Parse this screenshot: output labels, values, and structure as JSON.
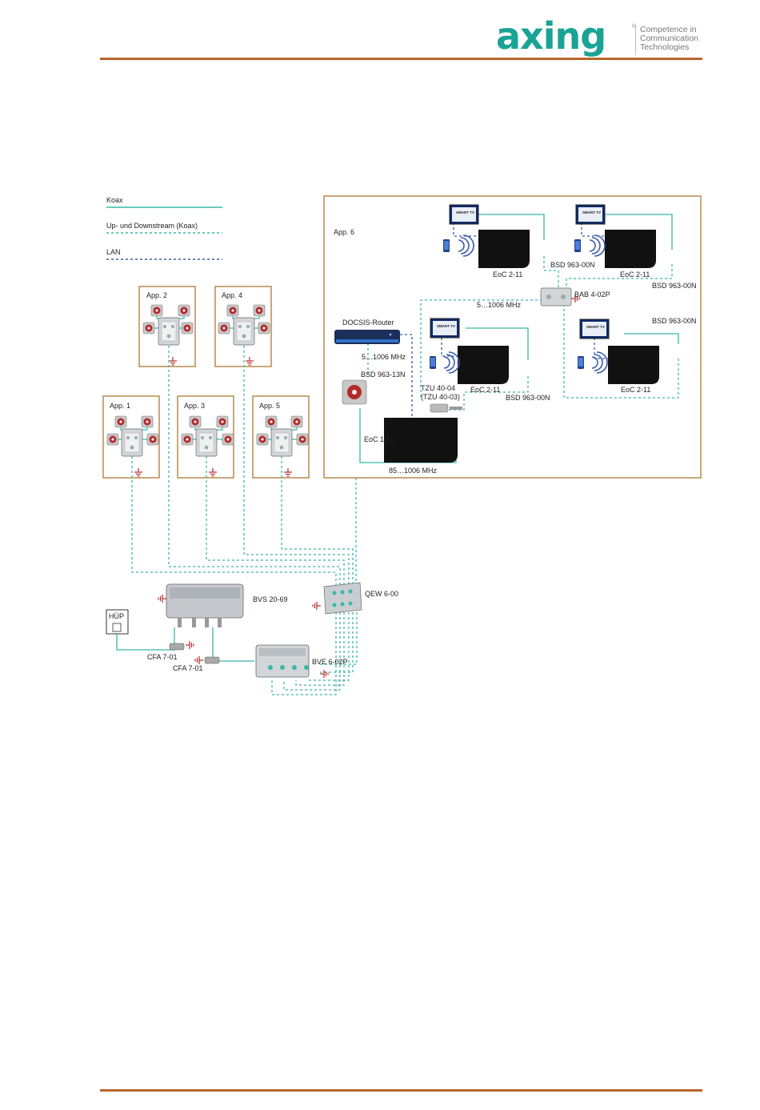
{
  "logo": {
    "text": "axing",
    "registered": "®",
    "tagline": [
      "Competence in",
      "Communication",
      "Technologies"
    ]
  },
  "colors": {
    "accent_rule": "#b8652c",
    "brand": "#1aa394",
    "coax": "#39b8a6",
    "lan": "#3b5aa7",
    "frame": "#b98a4e"
  },
  "legend": {
    "coax": "Koax",
    "updown": "Up- und Downstream (Koax)",
    "lan": "LAN"
  },
  "apartments": {
    "app1": "App. 1",
    "app2": "App. 2",
    "app3": "App. 3",
    "app4": "App. 4",
    "app5": "App. 5",
    "app6": "App. 6"
  },
  "devices": {
    "docsis_router": "DOCSIS-Router",
    "band_5_1006a": "5…1006 MHz",
    "band_5_1006b": "5…1006 MHz",
    "band_85_1006": "85…1006 MHz",
    "bsd_963_13n": "BSD 963-13N",
    "eoc_1_11": "EoC 1-11",
    "tzu_40_04": "TZU 40-04",
    "tzu_40_03": "(TZU 40-03)",
    "eoc_2_11_a": "EoC 2-11",
    "eoc_2_11_b": "EoC 2-11",
    "eoc_2_11_c": "EoC 2-11",
    "eoc_2_11_d": "EoC 2-11",
    "bsd_963_00n_a": "BSD 963-00N",
    "bsd_963_00n_b": "BSD 963-00N",
    "bsd_963_00n_c": "BSD 963-00N",
    "bsd_963_00n_d": "BSD 963-00N",
    "bab_4_02p": "BAB 4-02P",
    "smart_tv": "SMART TV",
    "qew_6_00": "QEW 6-00",
    "bvs_20_69": "BVS 20-69",
    "hup": "HÜP",
    "cfa_7_01_a": "CFA 7-01",
    "cfa_7_01_b": "CFA 7-01",
    "bve_6_02p": "BVE 6-02P"
  }
}
